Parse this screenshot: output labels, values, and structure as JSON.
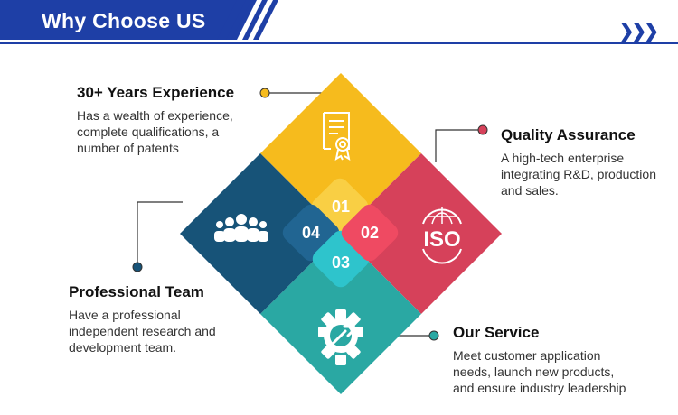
{
  "header": {
    "title": "Why Choose US",
    "more_icon": "triple-chevron-right-icon"
  },
  "colors": {
    "brand_blue": "#1e3fa6",
    "experience": "#f6bb1d",
    "quality": "#d6415a",
    "service": "#2aa8a3",
    "team": "#175378"
  },
  "diamonds": [
    {
      "number": "01",
      "icon": "certificate-icon"
    },
    {
      "number": "02",
      "icon": "iso-icon"
    },
    {
      "number": "03",
      "icon": "gear-wrench-icon"
    },
    {
      "number": "04",
      "icon": "team-icon"
    }
  ],
  "features": {
    "experience": {
      "title": "30+ Years Experience",
      "desc": "Has a wealth of experience,\ncomplete qualifications, a\nnumber of patents"
    },
    "quality": {
      "title": "Quality Assurance",
      "desc": "A high-tech enterprise\nintegrating R&D, production\nand sales."
    },
    "team": {
      "title": "Professional Team",
      "desc": "Have a professional\nindependent research and\ndevelopment team."
    },
    "service": {
      "title": "Our Service",
      "desc": "Meet customer application\nneeds, launch new products,\nand ensure industry leadership"
    }
  },
  "iso_text": "ISO"
}
